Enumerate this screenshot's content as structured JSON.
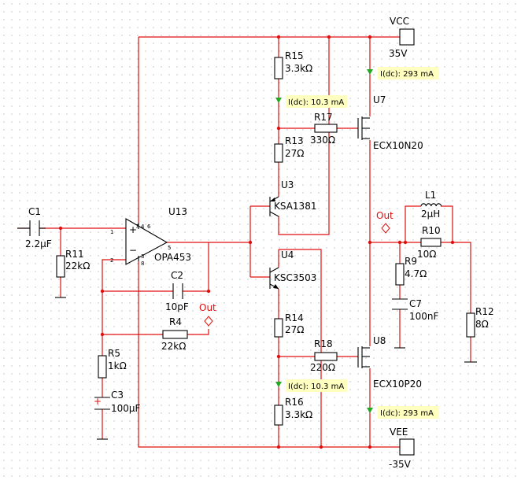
{
  "supplies": {
    "vcc": {
      "name": "VCC",
      "value": "35V"
    },
    "vee": {
      "name": "VEE",
      "value": "-35V"
    }
  },
  "components": {
    "C1": {
      "name": "C1",
      "value": "2.2µF"
    },
    "R11": {
      "name": "R11",
      "value": "22kΩ"
    },
    "U13": {
      "name": "U13",
      "part": "OPA453"
    },
    "C2": {
      "name": "C2",
      "value": "10pF"
    },
    "R4": {
      "name": "R4",
      "value": "22kΩ"
    },
    "R5": {
      "name": "R5",
      "value": "1kΩ"
    },
    "C3": {
      "name": "C3",
      "value": "100µF"
    },
    "R15": {
      "name": "R15",
      "value": "3.3kΩ"
    },
    "R17": {
      "name": "R17",
      "value": "330Ω"
    },
    "R13": {
      "name": "R13",
      "value": "27Ω"
    },
    "U3": {
      "name": "U3",
      "part": "KSA1381"
    },
    "U4": {
      "name": "U4",
      "part": "KSC3503"
    },
    "R14": {
      "name": "R14",
      "value": "27Ω"
    },
    "R18": {
      "name": "R18",
      "value": "220Ω"
    },
    "R16": {
      "name": "R16",
      "value": "3.3kΩ"
    },
    "U7": {
      "name": "U7",
      "part": "ECX10N20"
    },
    "U8": {
      "name": "U8",
      "part": "ECX10P20"
    },
    "L1": {
      "name": "L1",
      "value": "2µH"
    },
    "R10": {
      "name": "R10",
      "value": "10Ω"
    },
    "R9": {
      "name": "R9",
      "value": "4.7Ω"
    },
    "C7": {
      "name": "C7",
      "value": "100nF"
    },
    "R12": {
      "name": "R12",
      "value": "8Ω"
    }
  },
  "probes": {
    "p1": "I(dc): 293 mA",
    "p2": "I(dc): 10.3 mA",
    "p3": "I(dc): 10.3 mA",
    "p4": "I(dc): 293 mA"
  },
  "out_label": "Out",
  "opamp_pins": {
    "p1": "1",
    "p2": "2",
    "p3": "3",
    "p4": "4",
    "p5": "5",
    "p6": "6",
    "p7": "7",
    "p8": "8"
  },
  "opamp_signs": {
    "plus": "+",
    "minus": "−"
  },
  "cap_polarity": "+",
  "colors": {
    "wire": "#e01010",
    "probe_bg": "#ffffc0",
    "probe_arrow": "#22aa22",
    "grid_dot": "#b8b8b8"
  }
}
